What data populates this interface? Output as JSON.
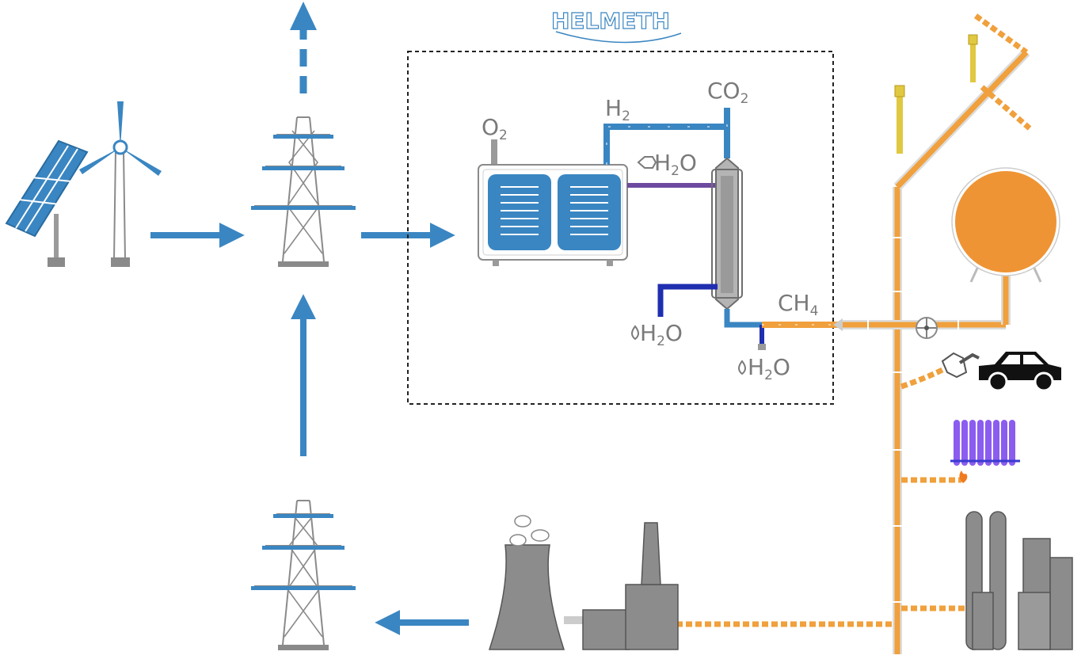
{
  "logo": {
    "text": "HELMETH"
  },
  "labels": {
    "o2": "O",
    "o2_sub": "2",
    "h2": "H",
    "h2_sub": "2",
    "co2": "CO",
    "co2_sub": "2",
    "steam_h2o": "H",
    "steam_h2o_sub": "2",
    "steam_h2o_tail": "O",
    "water_in_h2o": "H",
    "water_in_h2o_sub": "2",
    "water_in_h2o_tail": "O",
    "water_out_h2o": "H",
    "water_out_h2o_sub": "2",
    "water_out_h2o_tail": "O",
    "ch4": "CH",
    "ch4_sub": "4"
  },
  "colors": {
    "arrow_blue": "#3a86c2",
    "gas_orange": "#f0a03c",
    "tank_orange": "#ef9434",
    "steam_purple": "#6d4aa0",
    "water_blue": "#1f2fb0",
    "industry_gray": "#8c8c8c",
    "label_gray": "#7a7a7a"
  },
  "icons": [
    "solar-panel-icon",
    "wind-turbine-icon",
    "power-pylon-icon",
    "electrolyzer-icon",
    "methanation-reactor-icon",
    "gas-tank-icon",
    "car-icon",
    "fuel-nozzle-icon",
    "radiator-icon",
    "flame-icon",
    "power-plant-icon",
    "industry-icon"
  ]
}
